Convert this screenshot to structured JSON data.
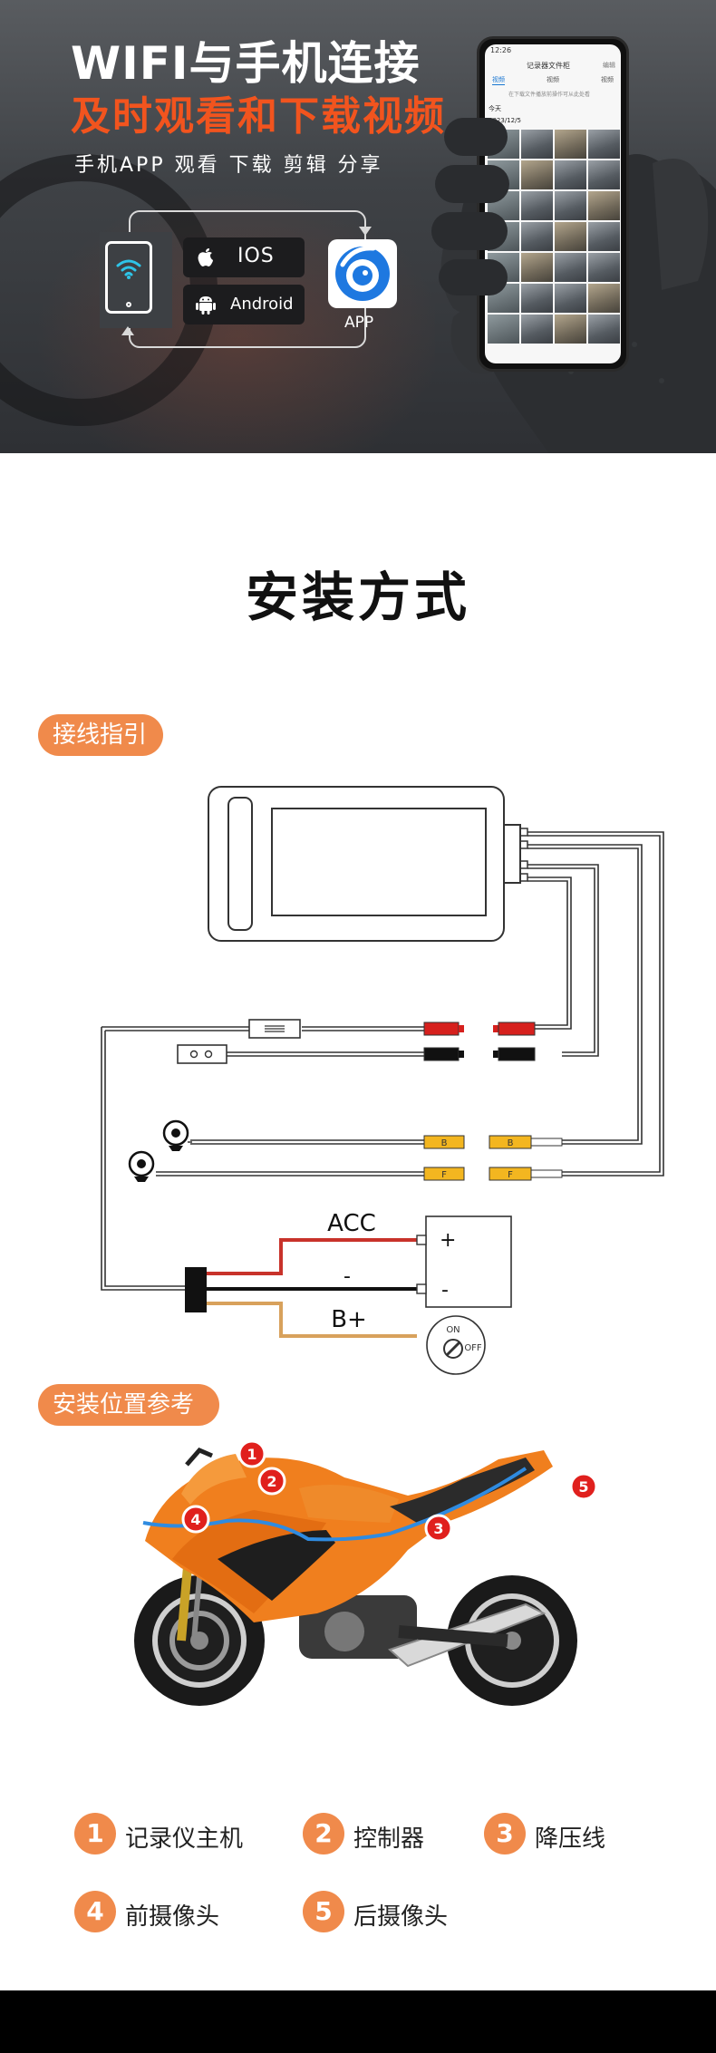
{
  "hero": {
    "title_line1": "WIFI与手机连接",
    "title_line2": "及时观看和下载视频",
    "subtitle": "手机APP 观看 下载 剪辑 分享",
    "ios_label": "IOS",
    "android_label": "Android",
    "app_label": "APP",
    "accent_color": "#f2541e"
  },
  "phone_screen": {
    "status_time": "12:26",
    "title": "记录器文件柜",
    "right_action": "编辑",
    "tabs": [
      "视频",
      "视频",
      "视频"
    ],
    "note": "在下载文件播放前操作可从此处看",
    "day": "今天",
    "date": "2023/12/5"
  },
  "section_title": "安装方式",
  "wiring_pill": "接线指引",
  "install_pill": "安装位置参考",
  "wiring": {
    "acc_label": "ACC",
    "minus_label": "-",
    "bplus_label": "B+",
    "plus_terminal": "+",
    "minus_terminal": "-",
    "switch_on": "ON",
    "switch_off": "OFF",
    "connector_b": "B",
    "connector_f": "F"
  },
  "markers": [
    "1",
    "2",
    "3",
    "4",
    "5"
  ],
  "legend": [
    {
      "num": "1",
      "label": "记录仪主机"
    },
    {
      "num": "2",
      "label": "控制器"
    },
    {
      "num": "3",
      "label": "降压线"
    },
    {
      "num": "4",
      "label": "前摄像头"
    },
    {
      "num": "5",
      "label": "后摄像头"
    }
  ],
  "colors": {
    "orange": "#f08a4b",
    "marker_red": "#e0201d",
    "wire_red": "#c8322a",
    "wire_yellow": "#f3b620",
    "wire_black": "#111111",
    "wire_tan": "#d8a15c",
    "bike_orange": "#f07f1e"
  }
}
